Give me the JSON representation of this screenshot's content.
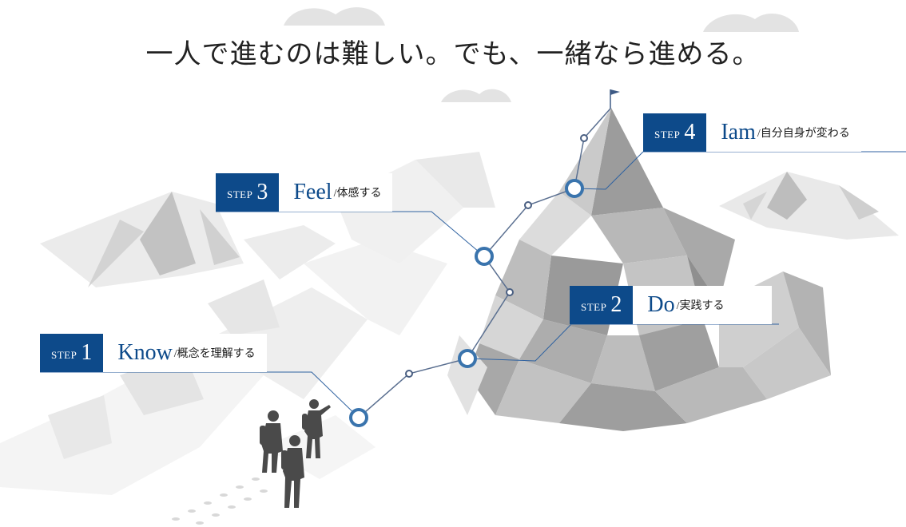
{
  "headline": "一人で進むのは難しい。でも、一緒なら進める。",
  "colors": {
    "accent": "#0d4a8a",
    "route": "#2f62a0"
  },
  "steps": [
    {
      "word": "STEP",
      "number": "1",
      "title": "Know",
      "subtitle": "/概念を理解する"
    },
    {
      "word": "STEP",
      "number": "2",
      "title": "Do",
      "subtitle": "/実践する"
    },
    {
      "word": "STEP",
      "number": "3",
      "title": "Feel",
      "subtitle": "/体感する"
    },
    {
      "word": "STEP",
      "number": "4",
      "title": "Iam",
      "subtitle": "/自分自身が変わる"
    }
  ]
}
